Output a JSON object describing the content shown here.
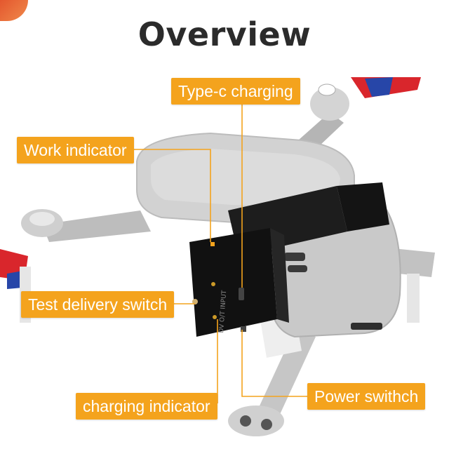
{
  "title": "Overview",
  "labels": {
    "type_c": "Type-c charging",
    "work_indicator": "Work indicator",
    "test_delivery": "Test delivery switch",
    "charging_indicator": "charging indicator",
    "power_switch": "Power swithch"
  },
  "device_text": "DV O/T INPUT",
  "colors": {
    "label_bg": "#f4a31d",
    "label_text": "#ffffff",
    "title": "#2b2b2b",
    "leader_line": "#f4a31d"
  }
}
